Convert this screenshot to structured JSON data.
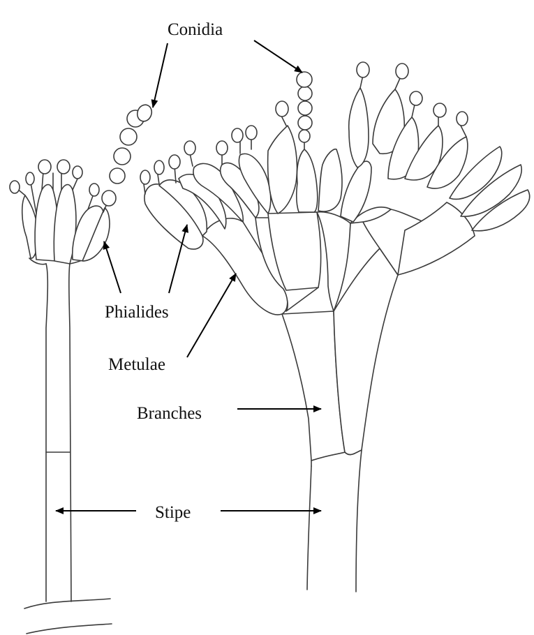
{
  "labels": {
    "conidia": "Conidia",
    "phialides": "Phialides",
    "metulae": "Metulae",
    "branches": "Branches",
    "stipe": "Stipe"
  },
  "colors": {
    "background": "#ffffff",
    "line": "#3a3a3a",
    "arrow": "#000000",
    "text": "#111111"
  }
}
